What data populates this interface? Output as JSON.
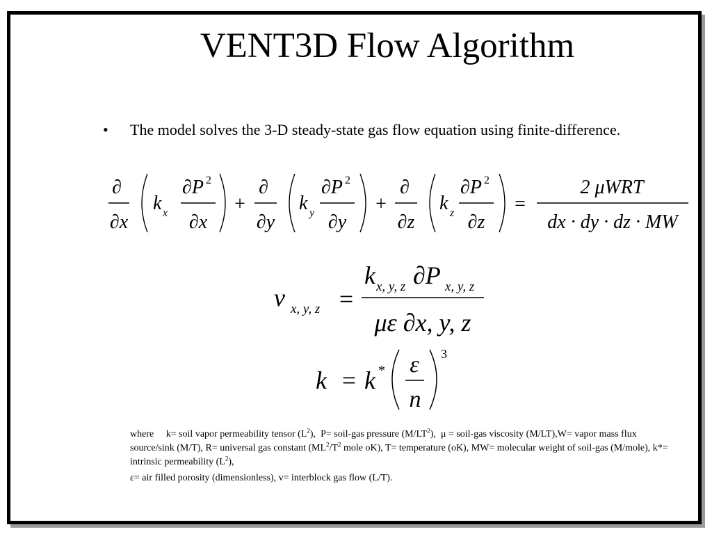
{
  "slide": {
    "title": "VENT3D Flow Algorithm",
    "bullet": "The model solves the 3-D steady-state gas flow equation using finite-difference.",
    "notes": {
      "where": "where",
      "k_def": "k= soil vapor permeability tensor (L",
      "k_sup": "2",
      "k_close": "),",
      "p_def": "P= soil-gas pressure (M/LT",
      "p_sup": "2",
      "p_close": "),",
      "mu_def": "μ = soil-gas viscosity (M/LT),W=",
      "line2a": "vapor mass flux source/sink (M/T),  R= universal gas constant (ML",
      "line2_sup1": "2",
      "line2b": "/T",
      "line2_sup2": "2",
      "line2c": " mole oK),  T= temperature (oK),  MW=",
      "line3a": "molecular weight of soil-gas (M/mole),  k*= intrinsic permeability (L",
      "line3_sup": "2",
      "line3b": "),",
      "line4": "ε= air filled porosity (dimensionless), v= interblock gas flow (L/T)."
    }
  },
  "equations": {
    "partial": "∂",
    "P2_base": "∂P",
    "sq": "2",
    "kx": "k",
    "sub_x": "x",
    "sub_y": "y",
    "sub_z": "z",
    "dx": "∂x",
    "dy": "∂y",
    "dz": "∂z",
    "plus": "+",
    "equals": "=",
    "rhs_num": "2 μWRT",
    "rhs_den": "dx · dy · dz · MW",
    "v": "v",
    "v_sub": "x, y, z",
    "eq2_num": "k",
    "eq2_num_sub": "x, y, z",
    "eq2_num_dP": "∂P",
    "eq2_num_sub2": "x, y, z",
    "eq2_den": "με ∂x, y, z",
    "k_left": "k",
    "k_star": "k",
    "star": "*",
    "eps": "ε",
    "n": "n",
    "cube": "3"
  }
}
